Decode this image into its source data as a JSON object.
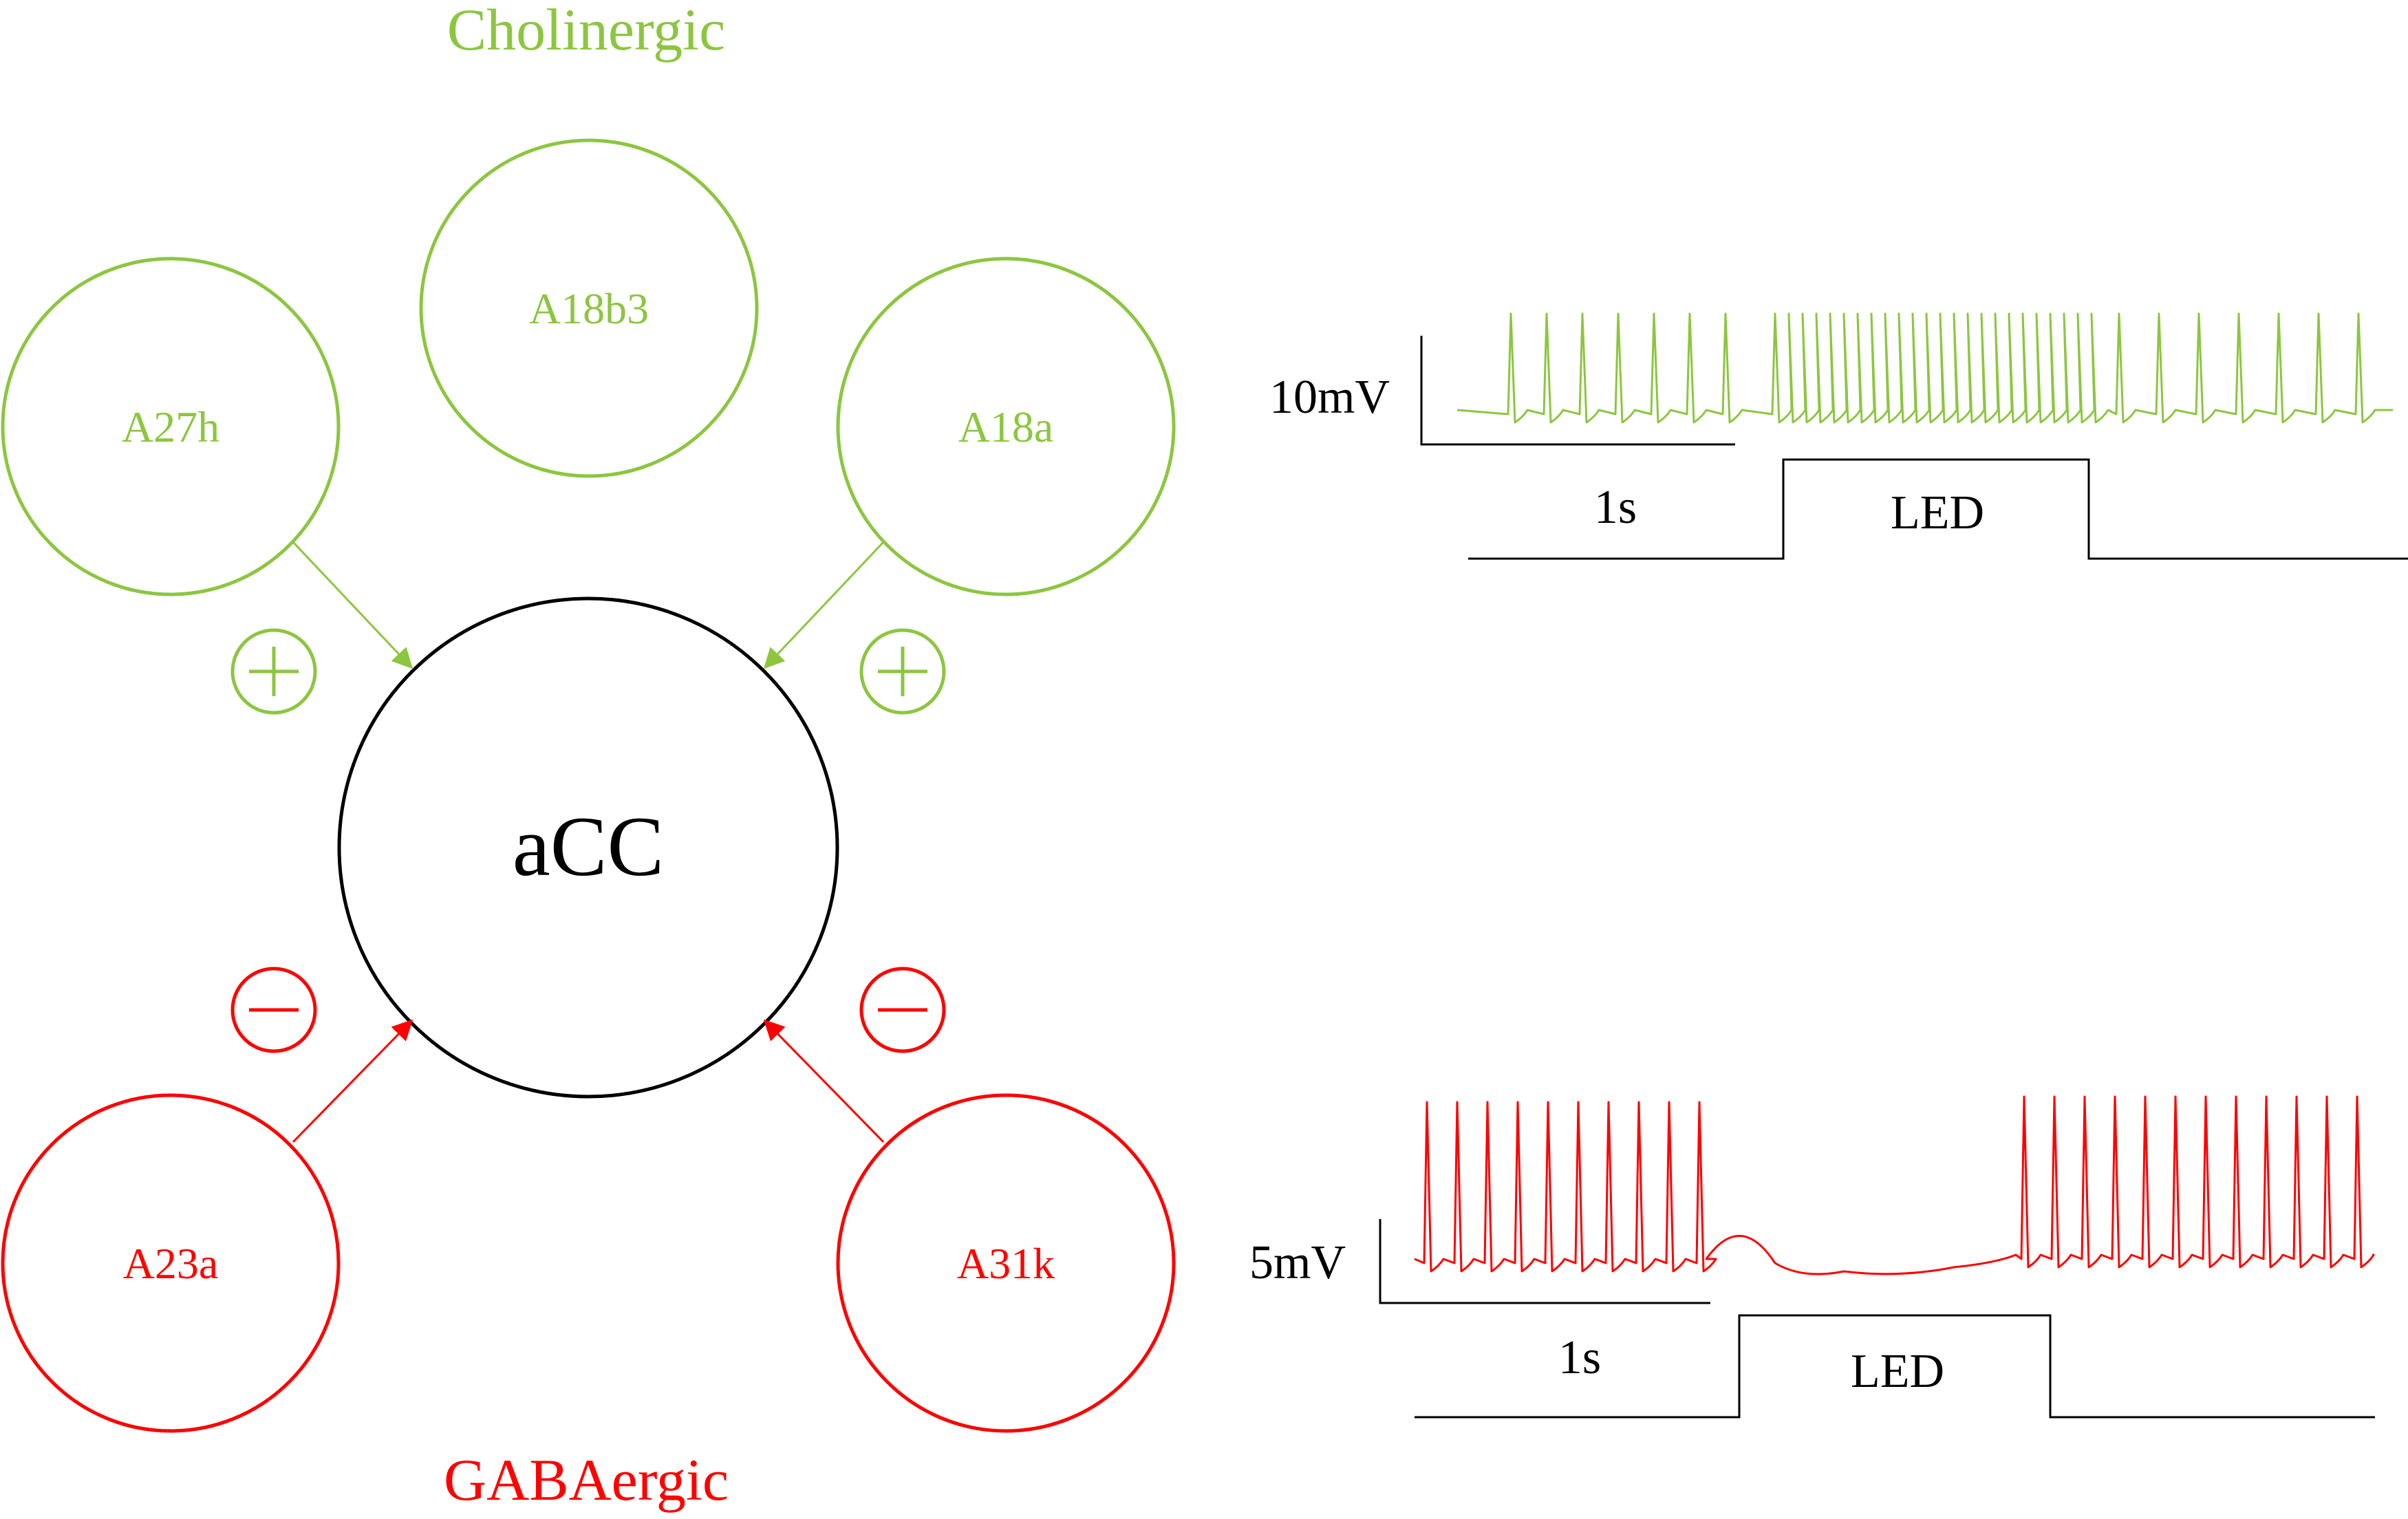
{
  "colors": {
    "cholinergic": "#8cc63f",
    "gabaergic": "#ff0000",
    "core": "#000000",
    "trace_black": "#000000"
  },
  "groups": {
    "cholinergic_title": "Cholinergic",
    "gabaergic_title": "GABAergic"
  },
  "core_neuron": {
    "label": "aCC"
  },
  "neurons": {
    "a27h": {
      "label": "A27h",
      "group": "cholinergic"
    },
    "a18b3": {
      "label": "A18b3",
      "group": "cholinergic"
    },
    "a18a": {
      "label": "A18a",
      "group": "cholinergic"
    },
    "a23a": {
      "label": "A23a",
      "group": "gabaergic"
    },
    "a31k": {
      "label": "A31k",
      "group": "gabaergic"
    }
  },
  "signs": {
    "excitatory": "+",
    "inhibitory": "−"
  },
  "recordings": {
    "cholinergic": {
      "voltage_scale": "10mV",
      "time_scale": "1s",
      "stimulus": "LED",
      "response": "increased firing during LED"
    },
    "gabaergic": {
      "voltage_scale": "5mV",
      "time_scale": "1s",
      "stimulus": "LED",
      "response": "firing suppressed during LED"
    }
  }
}
